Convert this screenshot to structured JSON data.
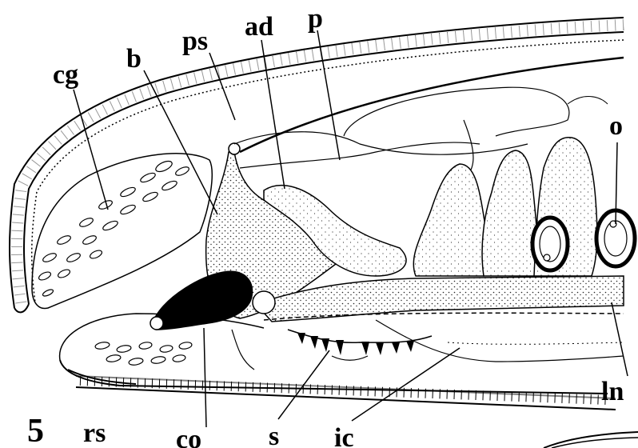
{
  "figure": {
    "number": "5",
    "labels": {
      "cg": "cg",
      "b": "b",
      "ps": "ps",
      "ad": "ad",
      "p": "p",
      "o": "o",
      "rs": "rs",
      "co": "co",
      "s": "s",
      "ic": "ic",
      "ln": "ln"
    }
  }
}
